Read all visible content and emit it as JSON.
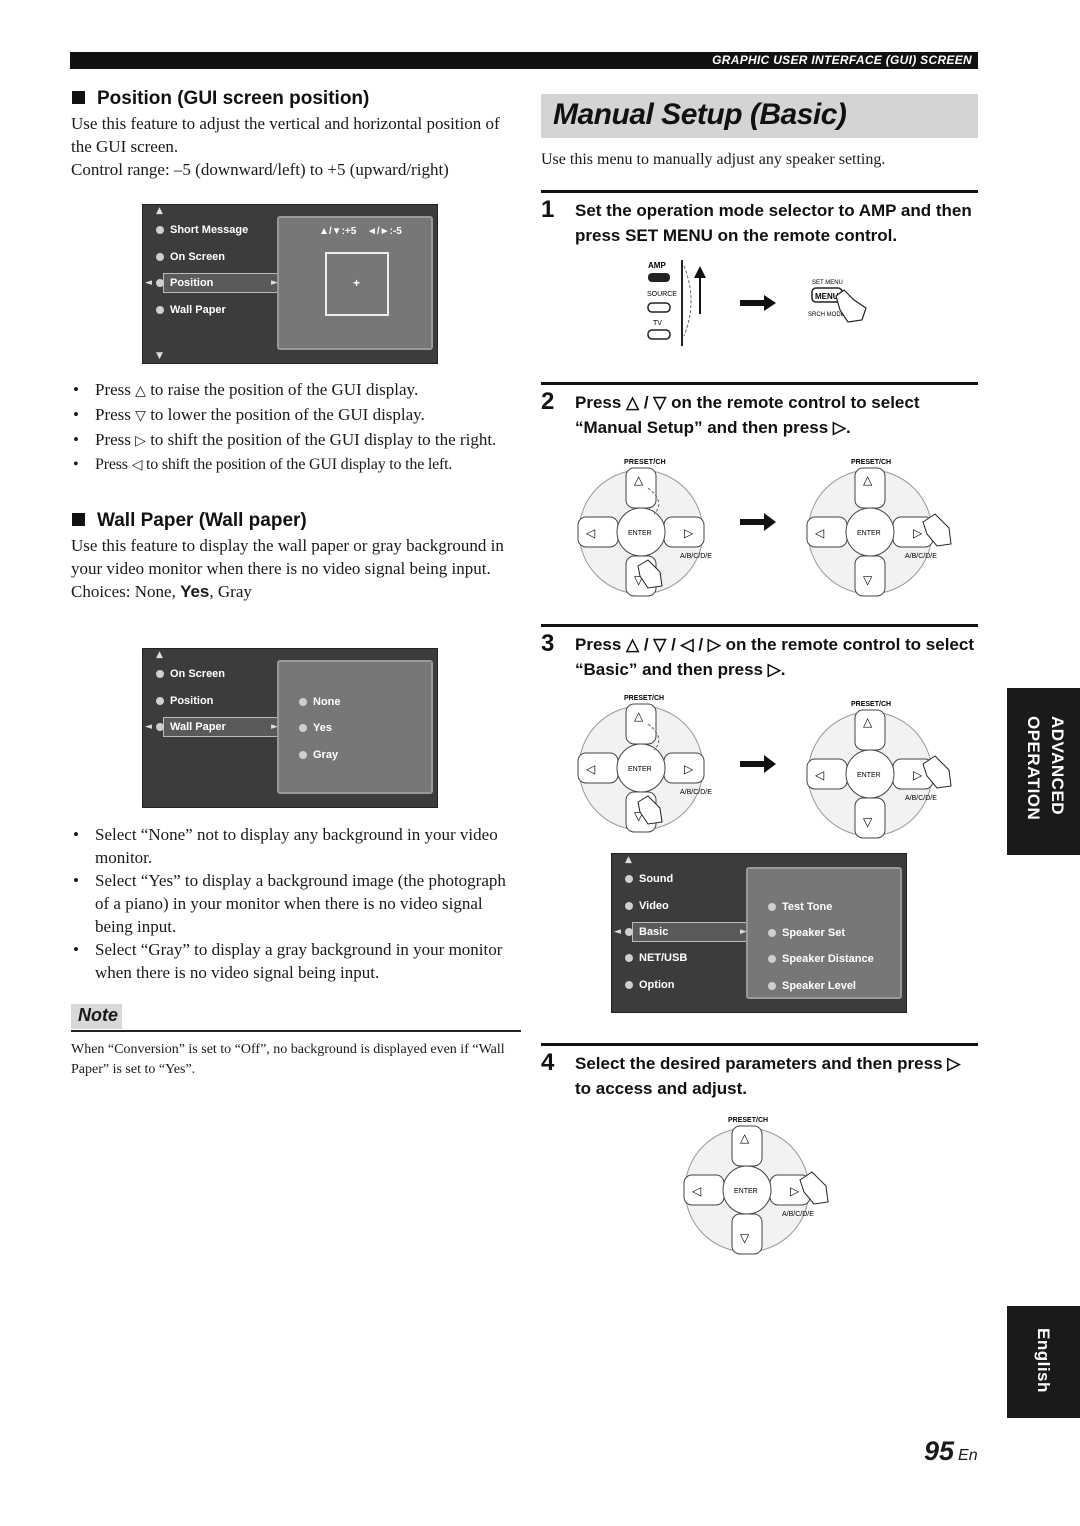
{
  "header": {
    "section_label": "GRAPHIC USER INTERFACE (GUI) SCREEN"
  },
  "left": {
    "position_heading": "Position (GUI screen position)",
    "position_p1": "Use this feature to adjust the vertical and horizontal position of the GUI screen.",
    "position_p2": "Control range: –5 (downward/left) to +5 (upward/right)",
    "gui1": {
      "items": [
        "Short Message",
        "On Screen",
        "Position",
        "Wall Paper"
      ],
      "readout_v": "▲/▼:+5",
      "readout_h": "◄/►:-5",
      "plus": "+"
    },
    "position_bullets": [
      {
        "pre": "Press ",
        "sym": "△",
        "post": " to raise the position of the GUI display."
      },
      {
        "pre": "Press ",
        "sym": "▽",
        "post": " to lower the position of the GUI display."
      },
      {
        "pre": "Press ",
        "sym": "▷",
        "post": " to shift the position of the GUI display to the right."
      },
      {
        "pre": "Press ",
        "sym": "◁",
        "post": " to shift the position of the GUI display to the left."
      }
    ],
    "wall_heading": "Wall Paper (Wall paper)",
    "wall_p1": "Use this feature to display the wall paper or gray background in your video monitor when there is no video signal being input.",
    "wall_choices_pre": "Choices: None, ",
    "wall_choices_bold": "Yes",
    "wall_choices_post": ", Gray",
    "gui2": {
      "items": [
        "On Screen",
        "Position",
        "Wall Paper"
      ],
      "options": [
        "None",
        "Yes",
        "Gray"
      ]
    },
    "wall_bullets": [
      "Select “None” not to display any background in your video monitor.",
      "Select “Yes” to display a background image (the photograph of a piano) in your monitor when there is no video signal being input.",
      "Select “Gray” to display a gray background in your monitor when there is no video signal being input."
    ],
    "note_label": "Note",
    "note_text": "When “Conversion” is set to “Off”, no background is displayed even if “Wall Paper” is set to “Yes”."
  },
  "right": {
    "title": "Manual Setup (Basic)",
    "intro": "Use this menu to manually adjust any speaker setting.",
    "steps": [
      {
        "num": "1",
        "text": "Set the operation mode selector to AMP and then press SET MENU on the remote control."
      },
      {
        "num": "2",
        "text": "Press △ / ▽ on the remote control to select “Manual Setup” and then press ▷."
      },
      {
        "num": "3",
        "text": "Press △ / ▽ / ◁ / ▷ on the remote control to select “Basic” and then press ▷."
      },
      {
        "num": "4",
        "text": "Select the desired parameters and then press ▷ to access and adjust."
      }
    ],
    "remote_labels": {
      "amp": "AMP",
      "source": "SOURCE",
      "tv": "TV",
      "set_menu": "SET MENU",
      "menu": "MENU",
      "srch_mode": "SRCH MODE"
    },
    "pad_labels": {
      "preset": "PRESET/CH",
      "enter": "ENTER",
      "abcde": "A/B/C/D/E"
    },
    "gui3": {
      "items": [
        "Sound",
        "Video",
        "Basic",
        "NET/USB",
        "Option"
      ],
      "options": [
        "Test Tone",
        "Speaker Set",
        "Speaker Distance",
        "Speaker Level"
      ]
    }
  },
  "side_tabs": {
    "advanced": "ADVANCED",
    "operation": "OPERATION",
    "english": "English"
  },
  "footer": {
    "page_num": "95",
    "page_suffix": "En"
  }
}
